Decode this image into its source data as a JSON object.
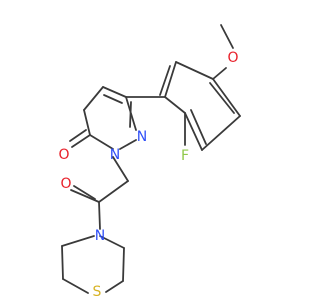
{
  "molecule": {
    "colors": {
      "bond": "#3a3a3a",
      "oxygen": "#e8202a",
      "nitrogen": "#3050f8",
      "fluorine": "#8fc84a",
      "sulfur": "#d7b325",
      "background": "#ffffff"
    },
    "labels": {
      "methoxy_oxygen": "O",
      "fluorine": "F",
      "carbonyl_oxygen_ring": "O",
      "ring_nitrogen_n1": "N",
      "ring_nitrogen_n2": "N",
      "amide_oxygen": "O",
      "amide_nitrogen": "N",
      "sulfur": "S"
    }
  }
}
